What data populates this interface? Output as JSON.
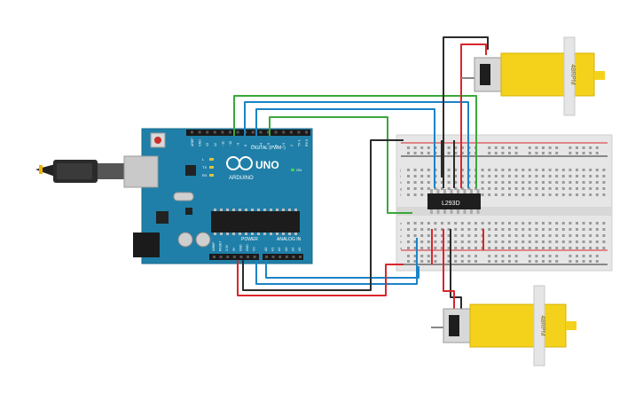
{
  "arduino": {
    "logo_text": "ARDUINO",
    "model_text": "UNO",
    "digital_header": "DIGITAL (PWM~)",
    "power_header": "POWER",
    "analog_header": "ANALOG IN",
    "on_label": "ON",
    "led_labels": [
      "L",
      "TX",
      "RX"
    ],
    "digital_pins": [
      "AREF",
      "GND",
      "13",
      "12",
      "~11",
      "~10",
      "~9",
      "8",
      "7",
      "~6",
      "~5",
      "4",
      "~3",
      "2",
      "TX 1",
      "RX 0"
    ],
    "power_pins": [
      "IOREF",
      "RESET",
      "3.3V",
      "5V",
      "GND",
      "GND",
      "Vin"
    ],
    "analog_pins": [
      "A0",
      "A1",
      "A2",
      "A3",
      "A4",
      "A5"
    ]
  },
  "driver_chip": {
    "label": "L293D"
  },
  "motor_top": {
    "label": "48RPM"
  },
  "motor_bottom": {
    "label": "48RPM"
  },
  "breadboard": {
    "row_letters_top": [
      "j",
      "i",
      "h",
      "g",
      "f"
    ],
    "row_letters_bottom": [
      "e",
      "d",
      "c",
      "b",
      "a"
    ]
  },
  "colors": {
    "wire_red": "#d9262c",
    "wire_black": "#2b2b2b",
    "wire_blue": "#1a84c7",
    "wire_green": "#3aa83a",
    "board_blue": "#1f7fa8",
    "motor_yellow": "#f4d21c",
    "breadboard_bg": "#e9e9e9"
  }
}
